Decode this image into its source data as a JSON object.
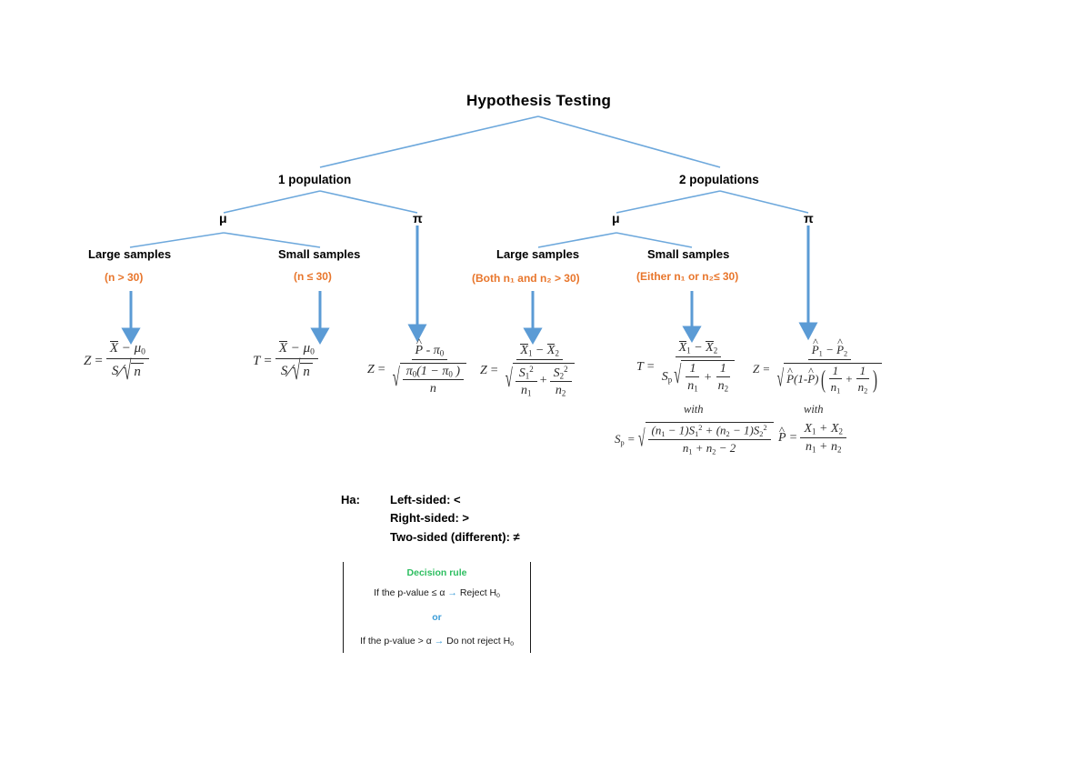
{
  "diagram": {
    "type": "tree",
    "title": "Hypothesis Testing",
    "accent_line_color": "#6DA8DC",
    "condition_color": "#E8762C",
    "decision_title_color": "#2DBE60",
    "arrow_color": "#3C9DD8",
    "levels": {
      "population": [
        {
          "label": "1 population"
        },
        {
          "label": "2 populations"
        }
      ],
      "parameters": [
        {
          "label": "μ",
          "under": "1 population"
        },
        {
          "label": "π",
          "under": "1 population"
        },
        {
          "label": "μ",
          "under": "2 populations"
        },
        {
          "label": "π",
          "under": "2 populations"
        }
      ],
      "sample_branches": [
        {
          "label": "Large samples",
          "condition": "(n > 30)"
        },
        {
          "label": "Small samples",
          "condition": "(n ≤ 30)"
        },
        {
          "label": "Large samples",
          "condition": "(Both n₁ and n₂ > 30)"
        },
        {
          "label": "Small samples",
          "condition": "(Either n₁ or n₂≤ 30)"
        }
      ]
    },
    "formulas": [
      {
        "id": "one-mean-large",
        "statistic": "Z",
        "text": "Z = (X̄ − μ₀) / (S/√n)"
      },
      {
        "id": "one-mean-small",
        "statistic": "T",
        "text": "T = (X̄ − μ₀) / (S/√n)"
      },
      {
        "id": "one-proportion",
        "statistic": "Z",
        "text": "Z = (P̂ − π₀) / √(π₀(1 − π₀)/n)"
      },
      {
        "id": "two-means-large",
        "statistic": "Z",
        "text": "Z = (X̄1 − X̄2) / √(S₁²/n₁ + S₂²/n₂)"
      },
      {
        "id": "two-means-small",
        "statistic": "T",
        "text": "T = (X̄1 − X̄2) / (Sₚ √(1/n₁ + 1/n₂))",
        "with_label": "with",
        "with_text": "Sₚ = √(((n₁ − 1)S₁² + (n₂ − 1)S₂²)/(n₁ + n₂ − 2))"
      },
      {
        "id": "two-proportions",
        "statistic": "Z",
        "text": "Z = (P̂₁ − P̂₂) / √(P̂(1−P̂)(1/n₁ + 1/n₂))",
        "with_label": "with",
        "with_text": "P̂ = (X₁ + X₂)/(n₁ + n₂)"
      }
    ]
  },
  "alternatives": {
    "label": "Ha:",
    "items": [
      "Left-sided: <",
      "Right-sided: >",
      "Two-sided (different): ≠"
    ]
  },
  "decision_rule": {
    "title": "Decision rule",
    "rule_if": "If the p-value ≤ α",
    "rule_then": "Reject H",
    "rule_then_sub": "0",
    "or": "or",
    "rule2_if": "If the p-value > α",
    "rule2_then": "Do not reject H",
    "rule2_then_sub": "0",
    "arrow": "→"
  }
}
